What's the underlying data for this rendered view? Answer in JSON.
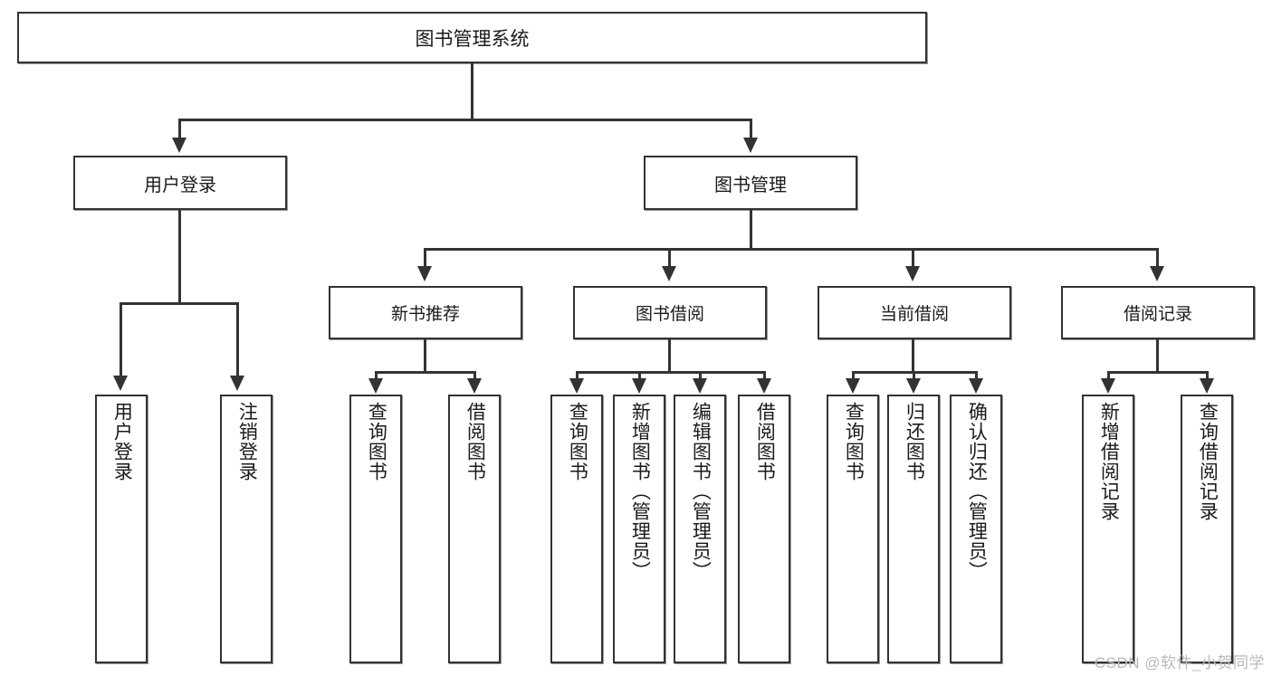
{
  "diagram": {
    "title": "图书管理系统",
    "type": "tree",
    "watermark": "CSDN @软件_小贺同学",
    "line_color": "#333333",
    "box_fill": "#ffffff",
    "text_color": "#1a1a1a"
  },
  "root": {
    "label": "图书管理系统"
  },
  "level2": [
    {
      "label": "用户登录"
    },
    {
      "label": "图书管理"
    }
  ],
  "level3": [
    {
      "label": "新书推荐"
    },
    {
      "label": "图书借阅"
    },
    {
      "label": "当前借阅"
    },
    {
      "label": "借阅记录"
    }
  ],
  "leaves": {
    "user_login": [
      {
        "label": "用户登录"
      },
      {
        "label": "注销登录"
      }
    ],
    "new_book_recommend": [
      {
        "label": "查询图书"
      },
      {
        "label": "借阅图书"
      }
    ],
    "book_borrow": [
      {
        "label": "查询图书"
      },
      {
        "label": "新增图书（管理员）"
      },
      {
        "label": "编辑图书（管理员）"
      },
      {
        "label": "借阅图书"
      }
    ],
    "current_borrow": [
      {
        "label": "查询图书"
      },
      {
        "label": "归还图书"
      },
      {
        "label": "确认归还（管理员）"
      }
    ],
    "borrow_records": [
      {
        "label": "新增借阅记录"
      },
      {
        "label": "查询借阅记录"
      }
    ]
  }
}
